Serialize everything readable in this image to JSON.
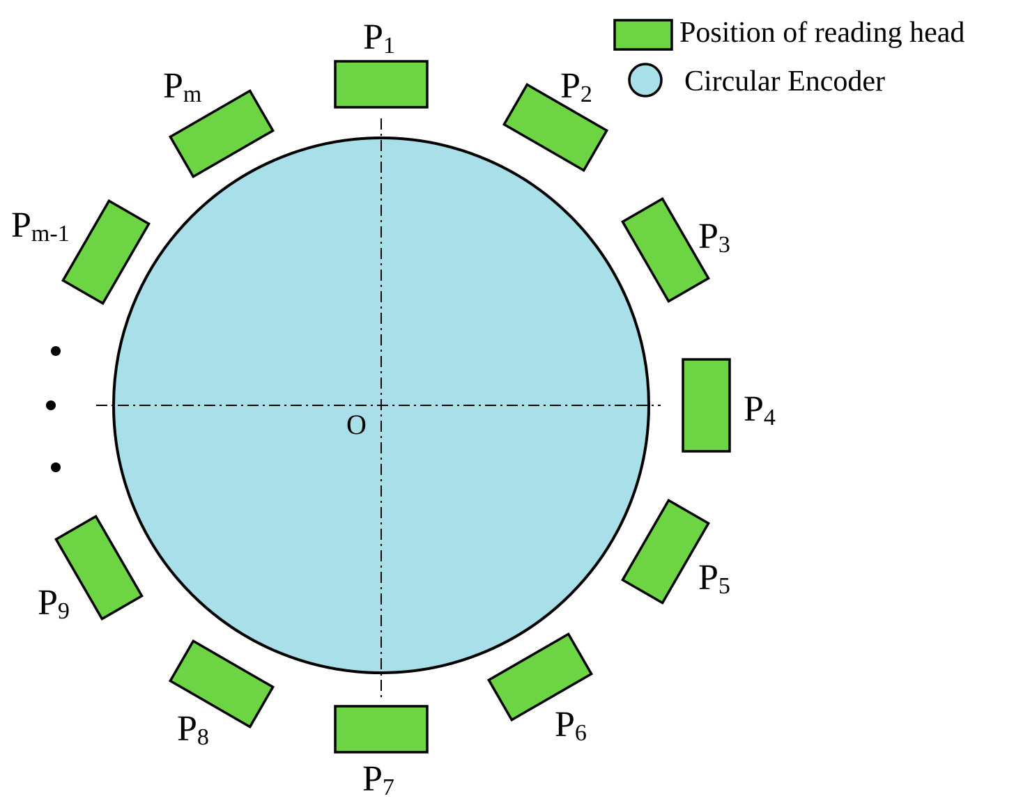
{
  "legend": {
    "reading_head_label": "Position of reading head",
    "encoder_label": "Circular Encoder"
  },
  "colors": {
    "reading_head_fill": "#6dd444",
    "encoder_fill": "#a8dfe9",
    "outline": "#000000"
  },
  "origin_label": "O",
  "heads": [
    {
      "id": "p1",
      "main": "P",
      "sub": "1"
    },
    {
      "id": "p2",
      "main": "P",
      "sub": "2"
    },
    {
      "id": "p3",
      "main": "P",
      "sub": "3"
    },
    {
      "id": "p4",
      "main": "P",
      "sub": "4"
    },
    {
      "id": "p5",
      "main": "P",
      "sub": "5"
    },
    {
      "id": "p6",
      "main": "P",
      "sub": "6"
    },
    {
      "id": "p7",
      "main": "P",
      "sub": "7"
    },
    {
      "id": "p8",
      "main": "P",
      "sub": "8"
    },
    {
      "id": "p9",
      "main": "P",
      "sub": "9"
    },
    {
      "id": "pm-1",
      "main": "P",
      "sub": "m-1"
    },
    {
      "id": "pm",
      "main": "P",
      "sub": "m"
    }
  ]
}
